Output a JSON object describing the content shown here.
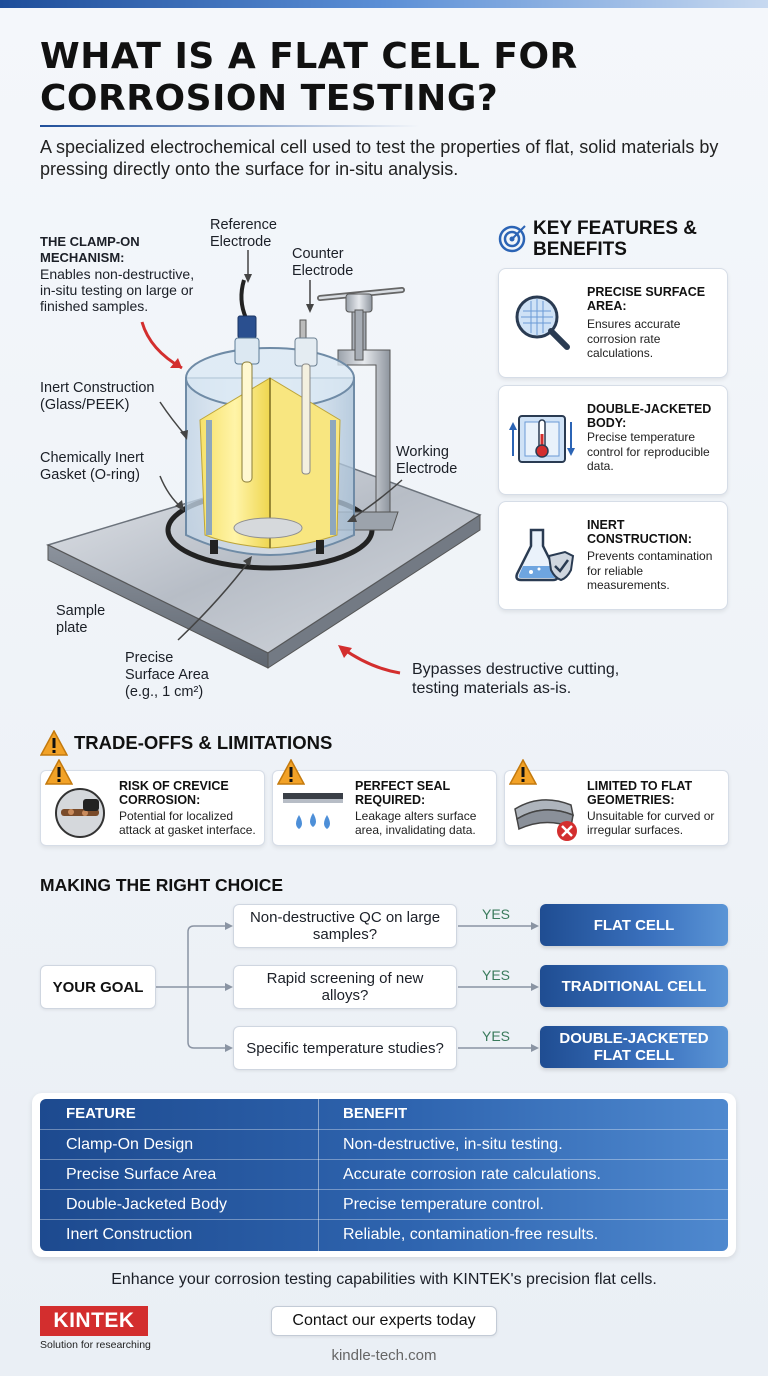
{
  "header": {
    "title": "WHAT IS A FLAT CELL FOR CORROSION TESTING?",
    "subtitle": "A specialized electrochemical cell used to test the properties of flat, solid materials by pressing directly onto the surface for in-situ analysis."
  },
  "diagram": {
    "clamp_title": "THE CLAMP-ON MECHANISM:",
    "clamp_desc": "Enables non-destructive, in-situ testing on large or finished samples.",
    "reference_electrode": "Reference Electrode",
    "counter_electrode": "Counter Electrode",
    "inert_construction": "Inert Construction (Glass/PEEK)",
    "gasket": "Chemically Inert Gasket (O-ring)",
    "working_electrode": "Working Electrode",
    "sample_plate": "Sample plate",
    "surface_area": "Precise Surface Area (e.g., 1 cm²)",
    "bypass": "Bypasses destructive cutting, testing materials as-is."
  },
  "key_features": {
    "title": "KEY FEATURES & BENEFITS",
    "items": [
      {
        "title": "PRECISE SURFACE AREA:",
        "desc": "Ensures accurate corrosion rate calculations.",
        "icon": "magnifier-icon"
      },
      {
        "title": "DOUBLE-JACKETED BODY:",
        "desc": "Precise temperature control for reproducible data.",
        "icon": "thermometer-icon"
      },
      {
        "title": "INERT CONSTRUCTION:",
        "desc": "Prevents contamination for reliable measurements.",
        "icon": "flask-shield-icon"
      }
    ]
  },
  "tradeoffs": {
    "title": "TRADE-OFFS & LIMITATIONS",
    "items": [
      {
        "title": "RISK OF CREVICE CORROSION:",
        "desc": "Potential for localized attack at gasket interface."
      },
      {
        "title": "PERFECT SEAL REQUIRED:",
        "desc": "Leakage alters surface area, invalidating data."
      },
      {
        "title": "LIMITED TO FLAT GEOMETRIES:",
        "desc": "Unsuitable for curved or irregular surfaces."
      }
    ]
  },
  "choice": {
    "title": "MAKING THE RIGHT CHOICE",
    "goal": "YOUR GOAL",
    "yes": "YES",
    "rows": [
      {
        "question": "Non-destructive QC on large samples?",
        "result": "FLAT CELL"
      },
      {
        "question": "Rapid screening of new alloys?",
        "result": "TRADITIONAL CELL"
      },
      {
        "question": "Specific temperature studies?",
        "result": "DOUBLE-JACKETED FLAT CELL"
      }
    ]
  },
  "table": {
    "headers": [
      "FEATURE",
      "BENEFIT"
    ],
    "rows": [
      [
        "Clamp-On Design",
        "Non-destructive, in-situ testing."
      ],
      [
        "Precise Surface Area",
        "Accurate corrosion rate calculations."
      ],
      [
        "Double-Jacketed Body",
        "Precise temperature control."
      ],
      [
        "Inert Construction",
        "Reliable, contamination-free results."
      ]
    ]
  },
  "footer": {
    "text": "Enhance your corrosion testing capabilities with KINTEK's precision flat cells.",
    "logo": "KINTEK",
    "logo_sub": "Solution for researching",
    "cta": "Contact our experts today",
    "site": "kindle-tech.com"
  },
  "colors": {
    "accent": "#1e4e9a",
    "brand_red": "#d32e2e",
    "warning": "#f2a227"
  }
}
